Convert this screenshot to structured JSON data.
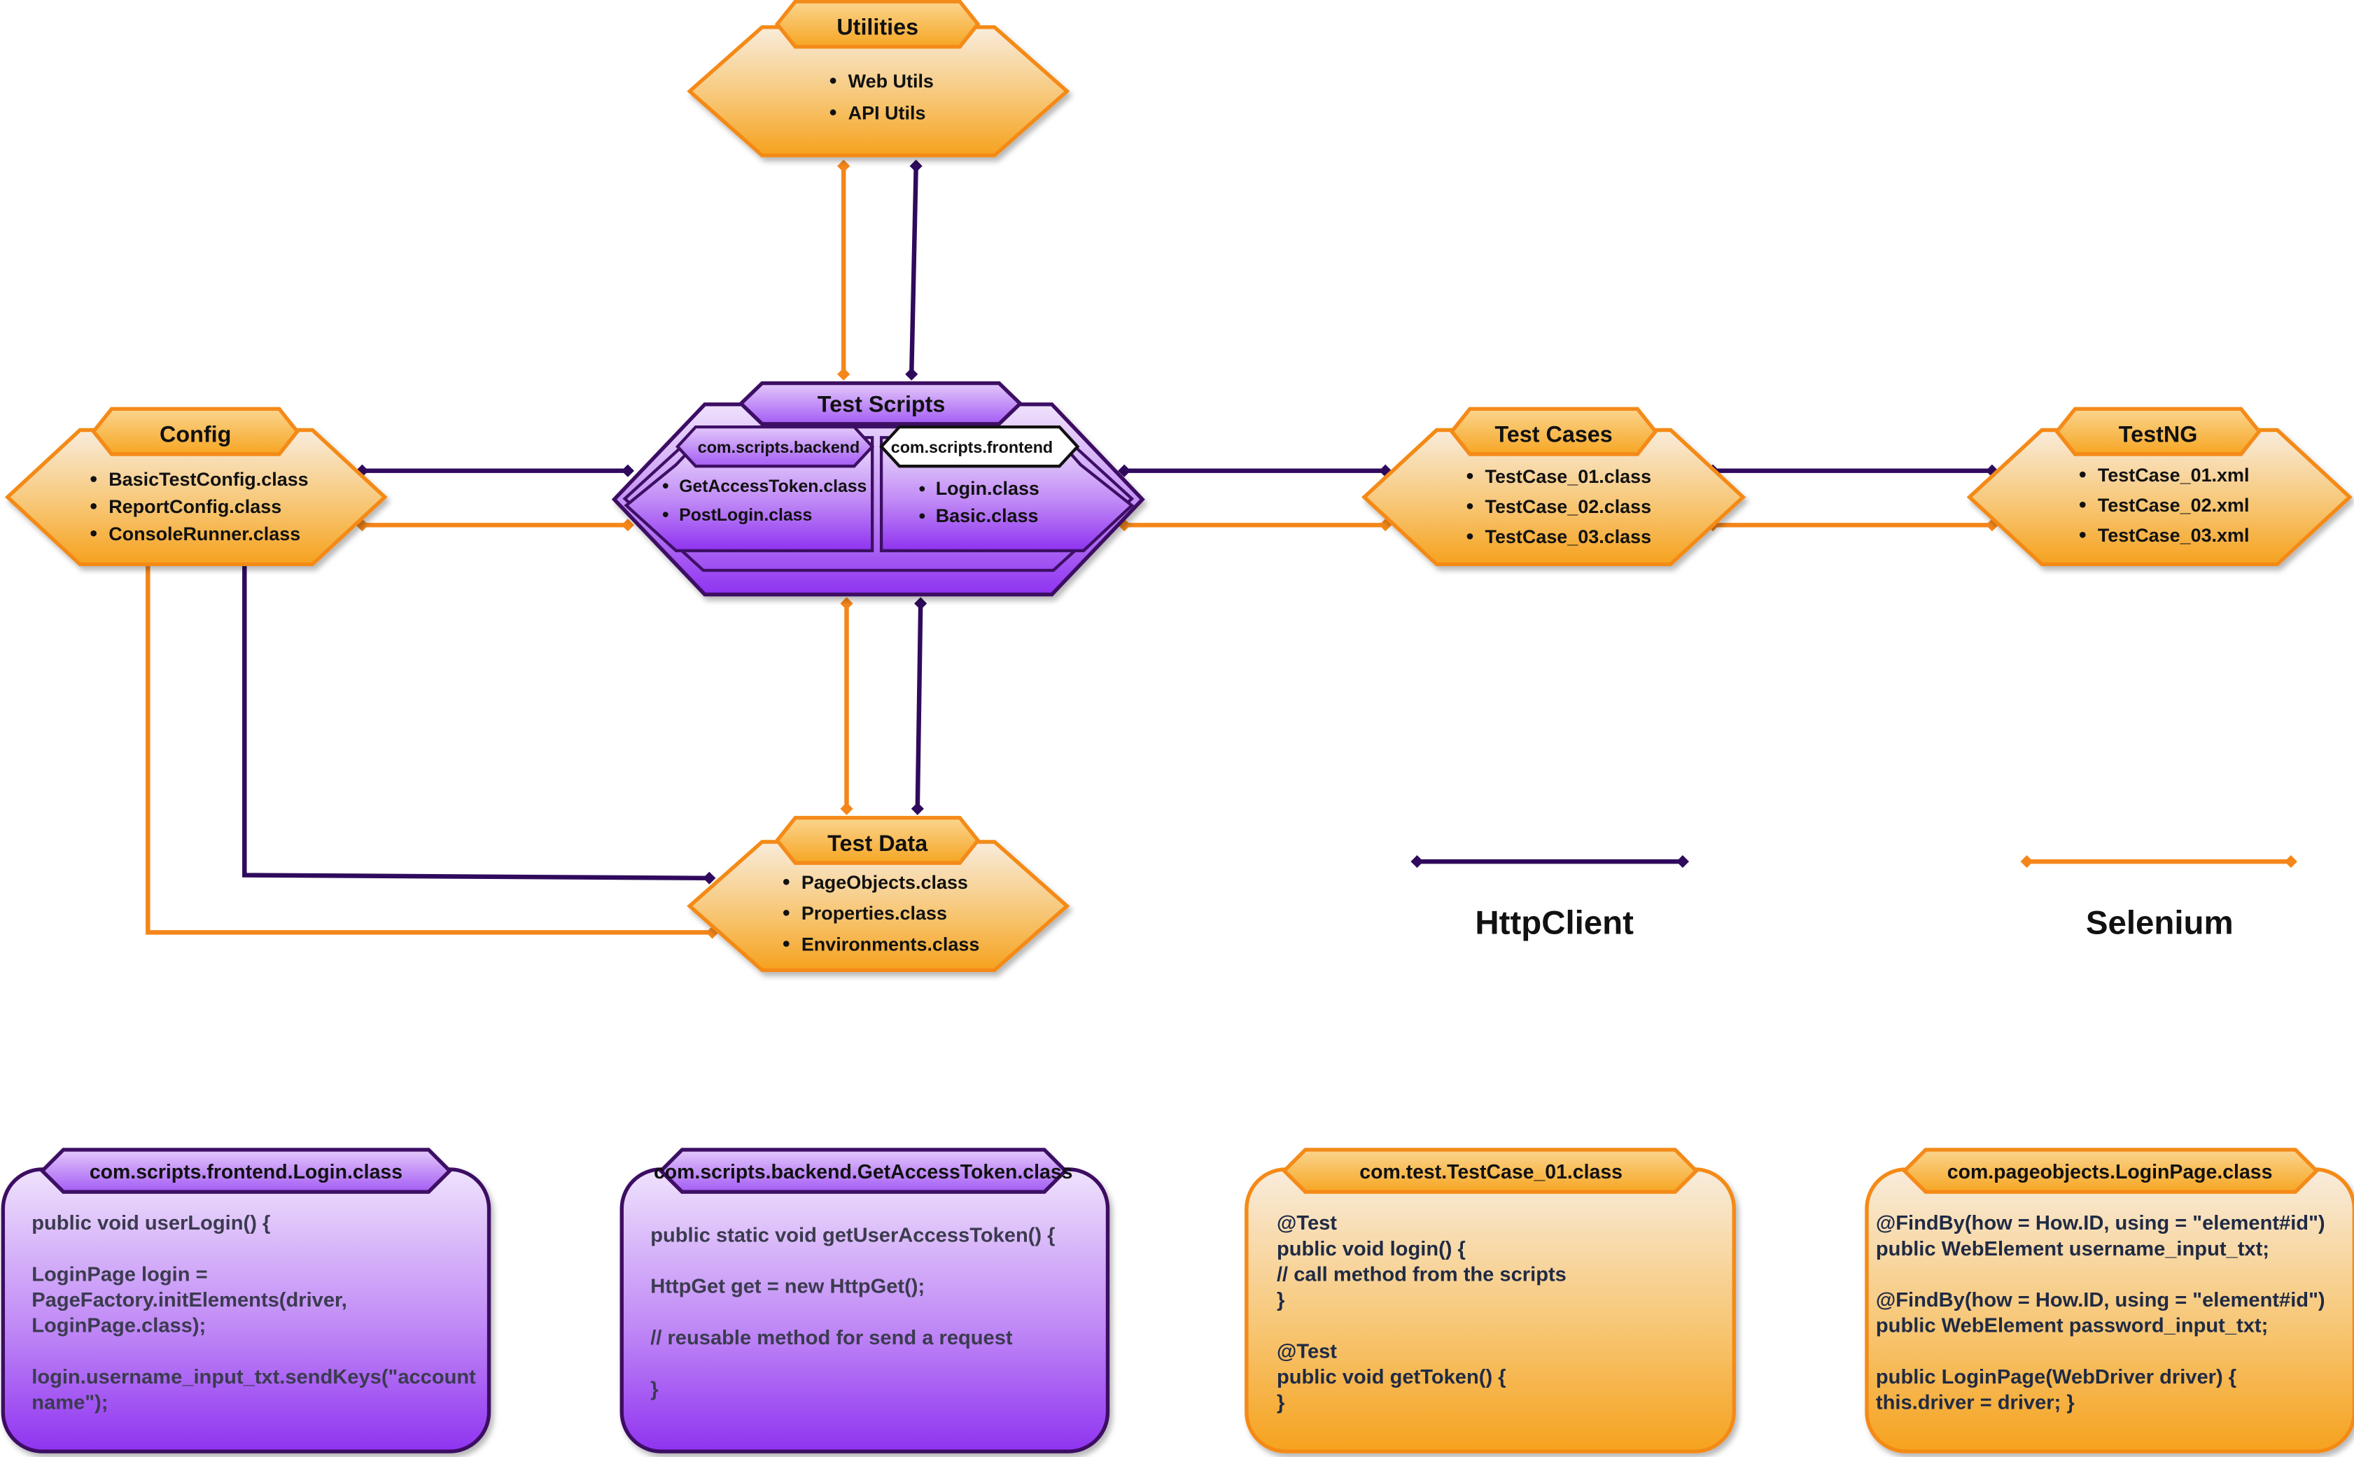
{
  "colors": {
    "orange_fill_top": "#f8ead6",
    "orange_fill_bottom": "#f6a623",
    "orange_stroke": "#f48a18",
    "purple_fill_top": "#e9d6fb",
    "purple_fill_bottom": "#9236f2",
    "purple_stroke": "#3d0f64",
    "selenium_line": "#f4861a",
    "httpclient_line": "#2f0a5c",
    "code_purple_text": "#3b3b4f",
    "code_orange_text": "#1f2a44"
  },
  "nodes": {
    "utilities": {
      "title": "Utilities",
      "items": [
        "Web Utils",
        "API Utils"
      ]
    },
    "config": {
      "title": "Config",
      "items": [
        "BasicTestConfig.class",
        "ReportConfig.class",
        "ConsoleRunner.class"
      ]
    },
    "test_scripts": {
      "title": "Test Scripts",
      "backend": {
        "title": "com.scripts.backend",
        "items": [
          "GetAccessToken.class",
          "PostLogin.class"
        ]
      },
      "frontend": {
        "title": "com.scripts.frontend",
        "items": [
          "Login.class",
          "Basic.class"
        ]
      }
    },
    "test_cases": {
      "title": "Test Cases",
      "items": [
        "TestCase_01.class",
        "TestCase_02.class",
        "TestCase_03.class"
      ]
    },
    "testng": {
      "title": "TestNG",
      "items": [
        "TestCase_01.xml",
        "TestCase_02.xml",
        "TestCase_03.xml"
      ]
    },
    "test_data": {
      "title": "Test Data",
      "items": [
        "PageObjects.class",
        "Properties.class",
        "Environments.class"
      ]
    }
  },
  "legend": {
    "httpclient": "HttpClient",
    "selenium": "Selenium"
  },
  "code_cards": [
    {
      "title": "com.scripts.frontend.Login.class",
      "lines": [
        "public void userLogin() {",
        "",
        "LoginPage login =",
        "PageFactory.initElements(driver,",
        "LoginPage.class);",
        "",
        "login.username_input_txt.sendKeys(\"account",
        "name\");"
      ]
    },
    {
      "title": "com.scripts.backend.GetAccessToken.class",
      "lines": [
        "public static void getUserAccessToken() {",
        "",
        "HttpGet get = new HttpGet();",
        "",
        "// reusable method for send a request",
        "",
        "}"
      ]
    },
    {
      "title": "com.test.TestCase_01.class",
      "lines": [
        "@Test",
        "public void login() {",
        "//  call method from the scripts",
        "}",
        "",
        "@Test",
        "public void getToken() {",
        "}"
      ]
    },
    {
      "title": "com.pageobjects.LoginPage.class",
      "lines": [
        "@FindBy(how = How.ID, using = \"element#id\")",
        "public WebElement username_input_txt;",
        "",
        "@FindBy(how = How.ID, using = \"element#id\")",
        "public WebElement password_input_txt;",
        "",
        "public LoginPage(WebDriver driver) {",
        "this.driver = driver; }"
      ]
    }
  ]
}
